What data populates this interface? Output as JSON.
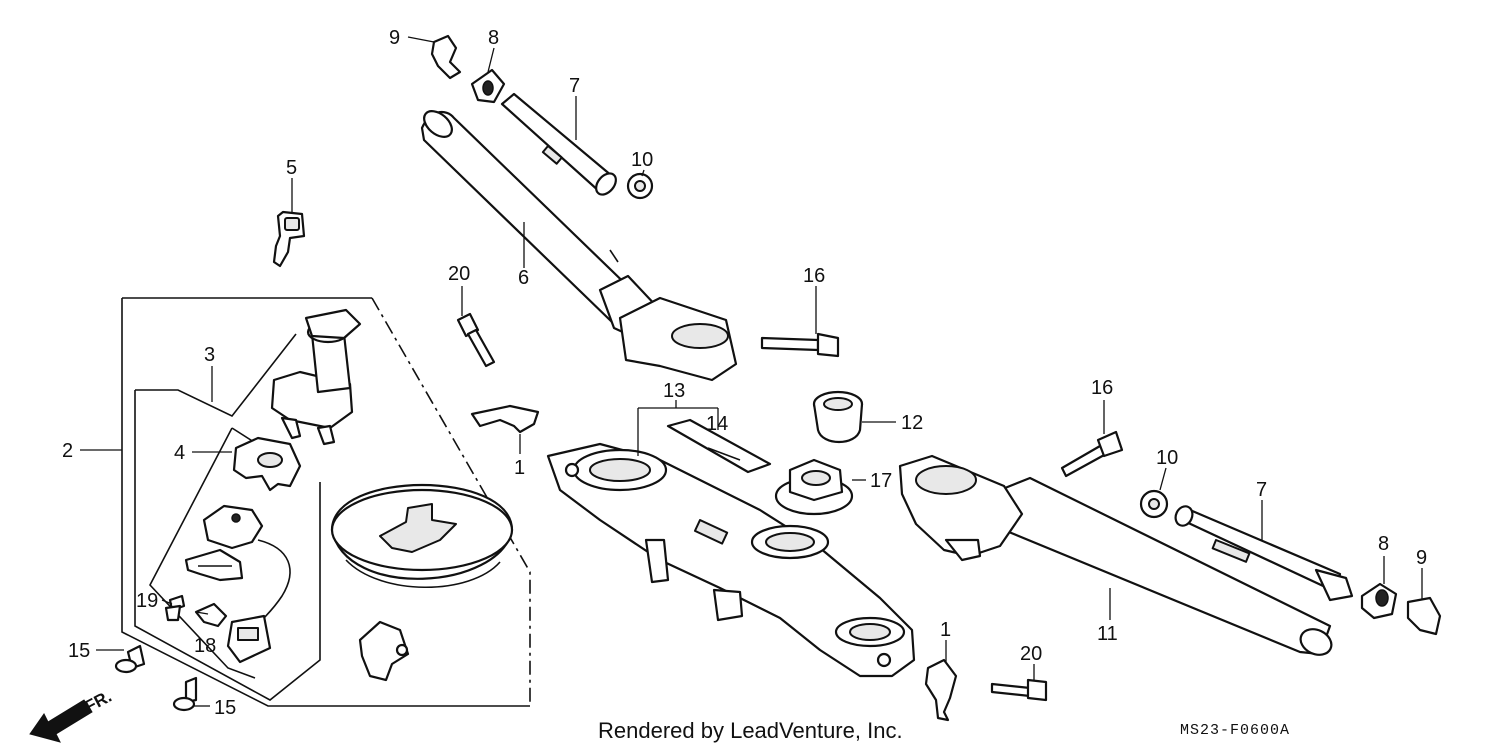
{
  "footer": {
    "credit": "Rendered by LeadVenture, Inc.",
    "diagram_code": "MS23-F0600A"
  },
  "front_arrow": {
    "label": "FR."
  },
  "callouts": {
    "c1a": "1",
    "c1b": "1",
    "c2": "2",
    "c3": "3",
    "c4": "4",
    "c5": "5",
    "c6": "6",
    "c7a": "7",
    "c7b": "7",
    "c8a": "8",
    "c8b": "8",
    "c9a": "9",
    "c9b": "9",
    "c10a": "10",
    "c10b": "10",
    "c11": "11",
    "c12": "12",
    "c13": "13",
    "c14": "14",
    "c15a": "15",
    "c15b": "15",
    "c16a": "16",
    "c16b": "16",
    "c17": "17",
    "c18": "18",
    "c19": "19",
    "c20a": "20",
    "c20b": "20"
  }
}
